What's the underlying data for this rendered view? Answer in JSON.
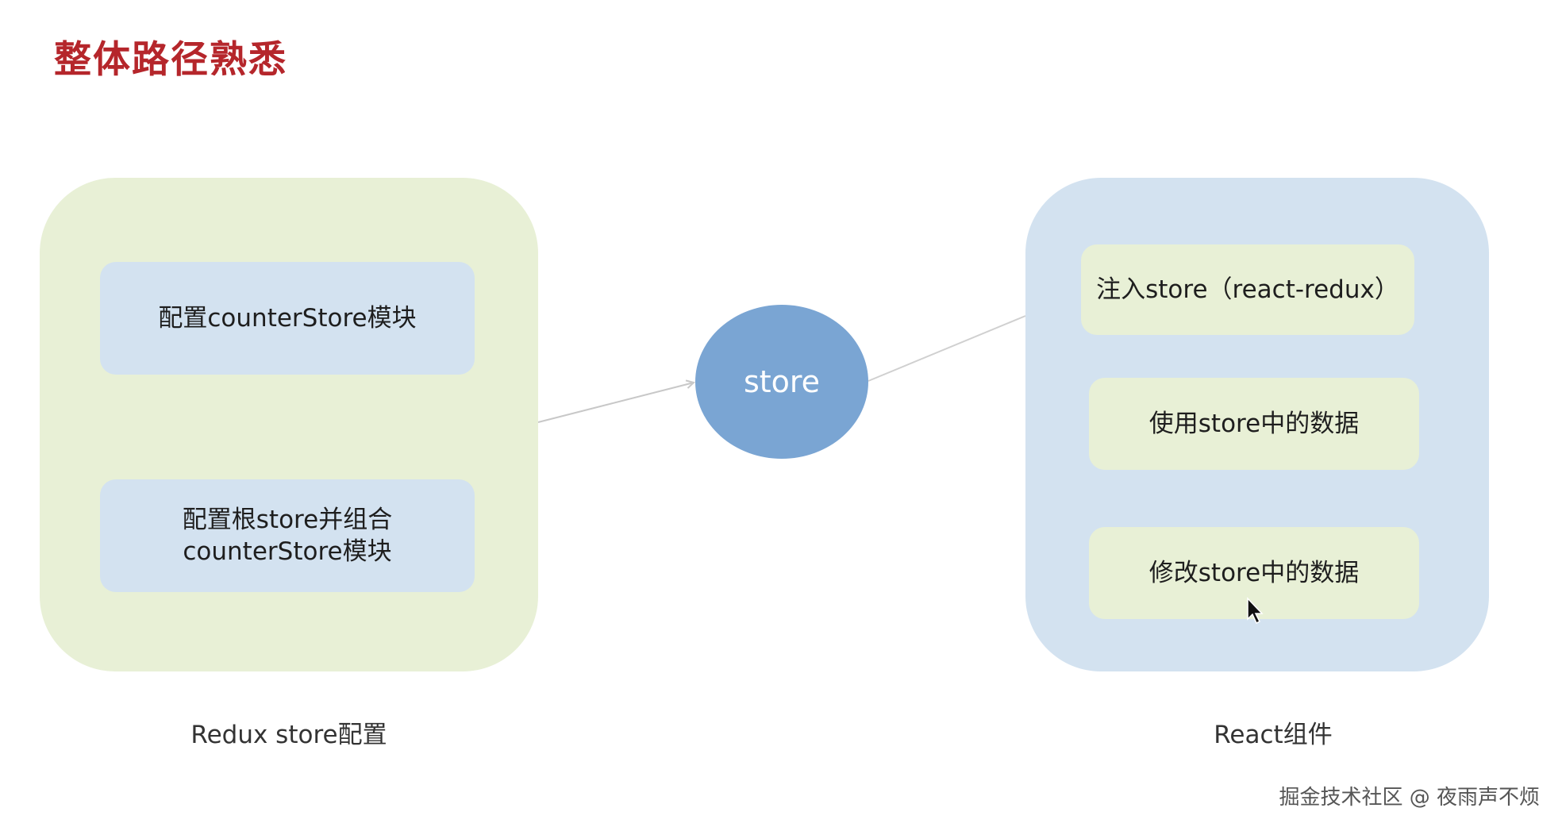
{
  "title": "整体路径熟悉",
  "groups": {
    "redux": {
      "label": "Redux store配置",
      "nodes": [
        "配置counterStore模块",
        "配置根store并组合\ncounterStore模块"
      ]
    },
    "react": {
      "label": "React组件",
      "nodes": [
        "注入store（react-redux）",
        "使用store中的数据",
        "修改store中的数据"
      ]
    }
  },
  "center": {
    "label": "store"
  },
  "watermark": "掘金技术社区 @ 夜雨声不烦",
  "colors": {
    "title": "#b5262b",
    "green_fill": "#e8f0d6",
    "blue_fill": "#d3e2f0",
    "store_fill": "#7aa5d3",
    "connector": "#c8c8c8"
  },
  "icons": {
    "cursor": "mouse-pointer-icon"
  }
}
